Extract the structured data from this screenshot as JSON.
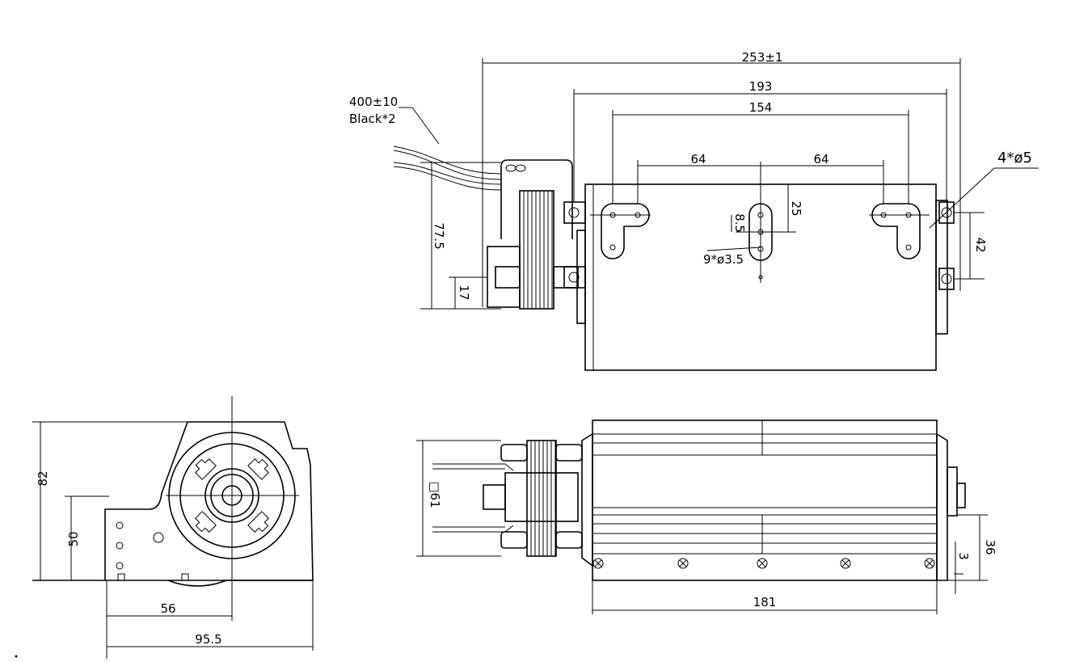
{
  "drawing": {
    "top_view": {
      "overall_length": "253±1",
      "span_mid": "193",
      "span_holes": "154",
      "pitch_left": "64",
      "pitch_right": "64",
      "hole_dim_vertical": "25",
      "slot_dim": "8.5",
      "small_holes": "9*ø3.5",
      "mount_holes": "4*ø5",
      "mount_spacing": "42",
      "wire_height": "77.5",
      "wire_offset": "17",
      "lead_length": "400±10",
      "lead_color": "Black*2"
    },
    "side_view": {
      "height": "82",
      "outlet_height": "50",
      "axis_offset": "56",
      "width": "95.5"
    },
    "front_view": {
      "diameter": "□61",
      "housing_length": "181",
      "shaft_height": "36",
      "base_thickness": "3"
    }
  }
}
